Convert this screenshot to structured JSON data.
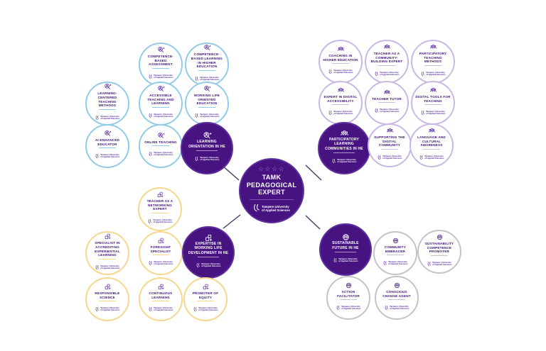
{
  "center_badge": {
    "title": "TAMK PEDAGOGICAL EXPERT",
    "stars": 4
  },
  "logo": {
    "line1": "Tampere University",
    "line2": "of Applied Sciences"
  },
  "colors": {
    "hub_purple": "#471380",
    "hub_ring": "#5d2f9e",
    "blue_border": "#92cbe8",
    "lavender_border": "#c8b8e4",
    "yellow_border": "#f5d78e",
    "gray_border": "#c4c3c9",
    "title_text": "#3c1274",
    "connector": "#3f3c63",
    "star": "#9d7fd6"
  },
  "clusters": [
    {
      "name": "learning-orientation",
      "position": "top-left",
      "border_color": "#92cbe8",
      "icon": "magnifier-person-icon",
      "hub": {
        "title": "LEARNING ORIENTATION IN HE"
      },
      "badges": [
        {
          "title": "COMPETENCE-BASED ASSESSMENT"
        },
        {
          "title": "COMPETENCE-BASED LEARNING IN HIGHER EDUCATION"
        },
        {
          "title": "LEARNING-CENTERED TEACHING METHODS"
        },
        {
          "title": "ACCESSIBLE TEACHING AND LEARNING"
        },
        {
          "title": "WORKING LIFE ORIENTED EDUCATION"
        },
        {
          "title": "AI-ENHANCED EDUCATOR"
        },
        {
          "title": "ONLINE TEACHING"
        }
      ]
    },
    {
      "name": "participatory-learning-communities",
      "position": "top-right",
      "border_color": "#c8b8e4",
      "icon": "people-group-icon",
      "hub": {
        "title": "PARTICIPATORY LEARNING COMMUNITIES IN HE"
      },
      "badges": [
        {
          "title": "COACHING IN HIGHER EDUCATION"
        },
        {
          "title": "TEACHER AS A COMMUNITY-BUILDING EXPERT"
        },
        {
          "title": "PARTICIPATORY TEACHING METHODS"
        },
        {
          "title": "EXPERT IN DIGITAL ACCESSIBILITY"
        },
        {
          "title": "TEACHER TUTOR"
        },
        {
          "title": "DIGITAL TOOLS FOR TEACHING"
        },
        {
          "title": "SUPPORTING THE DIGITAL COMMUNITY"
        },
        {
          "title": "LANGUAGE AND CULTURAL AWARENESS"
        }
      ]
    },
    {
      "name": "working-life-development",
      "position": "bottom-left",
      "border_color": "#f5d78e",
      "icon": "blocks-icon",
      "hub": {
        "title": "EXPERTISE IN WORKING LIFE DEVELOPMENT IN HE"
      },
      "badges": [
        {
          "title": "TEACHER AS A NETWORKING EXPERT"
        },
        {
          "title": "SPECIALIST IN ACCREDITING EXPERIENTIAL LEARNING"
        },
        {
          "title": "FORESIGHT SPECIALIST"
        },
        {
          "title": "RESPONSIBLE SCIENCE"
        },
        {
          "title": "CONTINUOUS LEARNING"
        },
        {
          "title": "PROMOTER OF EQUITY"
        }
      ]
    },
    {
      "name": "sustainable-future",
      "position": "bottom-right",
      "border_color": "#c4c3c9",
      "icon": "globe-icon",
      "hub": {
        "title": "SUSTAINABLE FUTURE IN HE"
      },
      "badges": [
        {
          "title": "COMMUNITY EMBRACER"
        },
        {
          "title": "SUSTAINABILITY COMPETENCE PROMOTER"
        },
        {
          "title": "ACTION FACILITATOR"
        },
        {
          "title": "CONSCIOUS CHANGE AGENT"
        }
      ]
    }
  ]
}
